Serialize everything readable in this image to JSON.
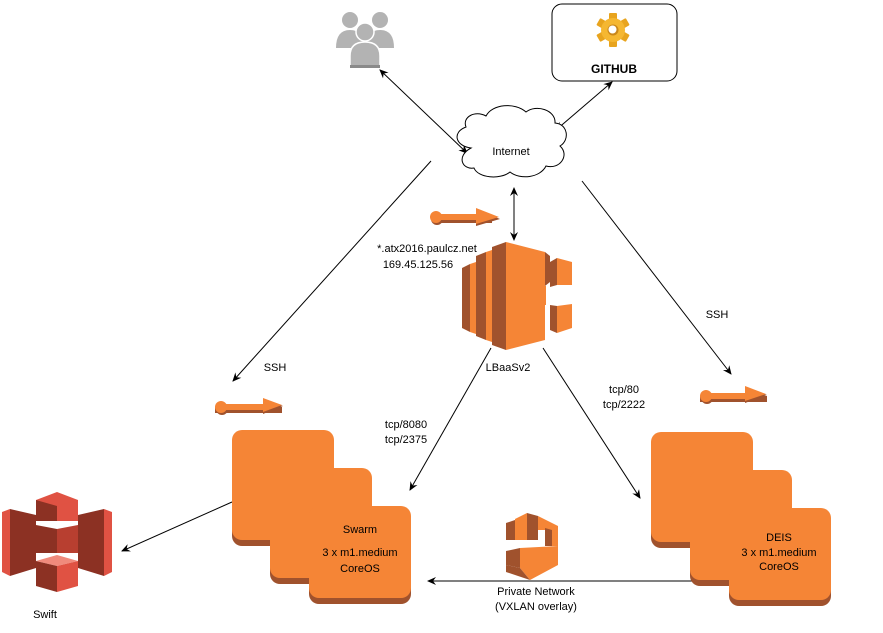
{
  "colors": {
    "orange": "#f58536",
    "orange_dark": "#a0522d",
    "red": "#e05243",
    "red_dark": "#8c3123",
    "users_gray": "#b3b3b3",
    "gear_yellow": "#f5b731"
  },
  "nodes": {
    "users": {
      "icon": "users-icon"
    },
    "github": {
      "label": "GITHUB",
      "icon": "gear-icon"
    },
    "internet": {
      "label": "Internet",
      "icon": "cloud-icon"
    },
    "lbaas": {
      "label": "LBaaSv2",
      "dns": "*.atx2016.paulcz.net",
      "ip": "169.45.125.56",
      "icon": "load-balancer-icon"
    },
    "swarm": {
      "line1": "Swarm",
      "line2": "3 x m1.medium",
      "line3": "CoreOS",
      "icon": "instances-icon"
    },
    "deis": {
      "line1": "DEIS",
      "line2": "3 x m1.medium",
      "line3": "CoreOS",
      "icon": "instances-icon"
    },
    "swift": {
      "label": "Swift",
      "icon": "object-storage-icon"
    },
    "private_network": {
      "line1": "Private Network",
      "line2": "(VXLAN overlay)",
      "icon": "vpc-icon"
    }
  },
  "edges": {
    "ssh_left": "SSH",
    "ssh_right": "SSH",
    "swarm_ports": [
      "tcp/8080",
      "tcp/2375"
    ],
    "deis_ports": [
      "tcp/80",
      "tcp/2222"
    ]
  }
}
